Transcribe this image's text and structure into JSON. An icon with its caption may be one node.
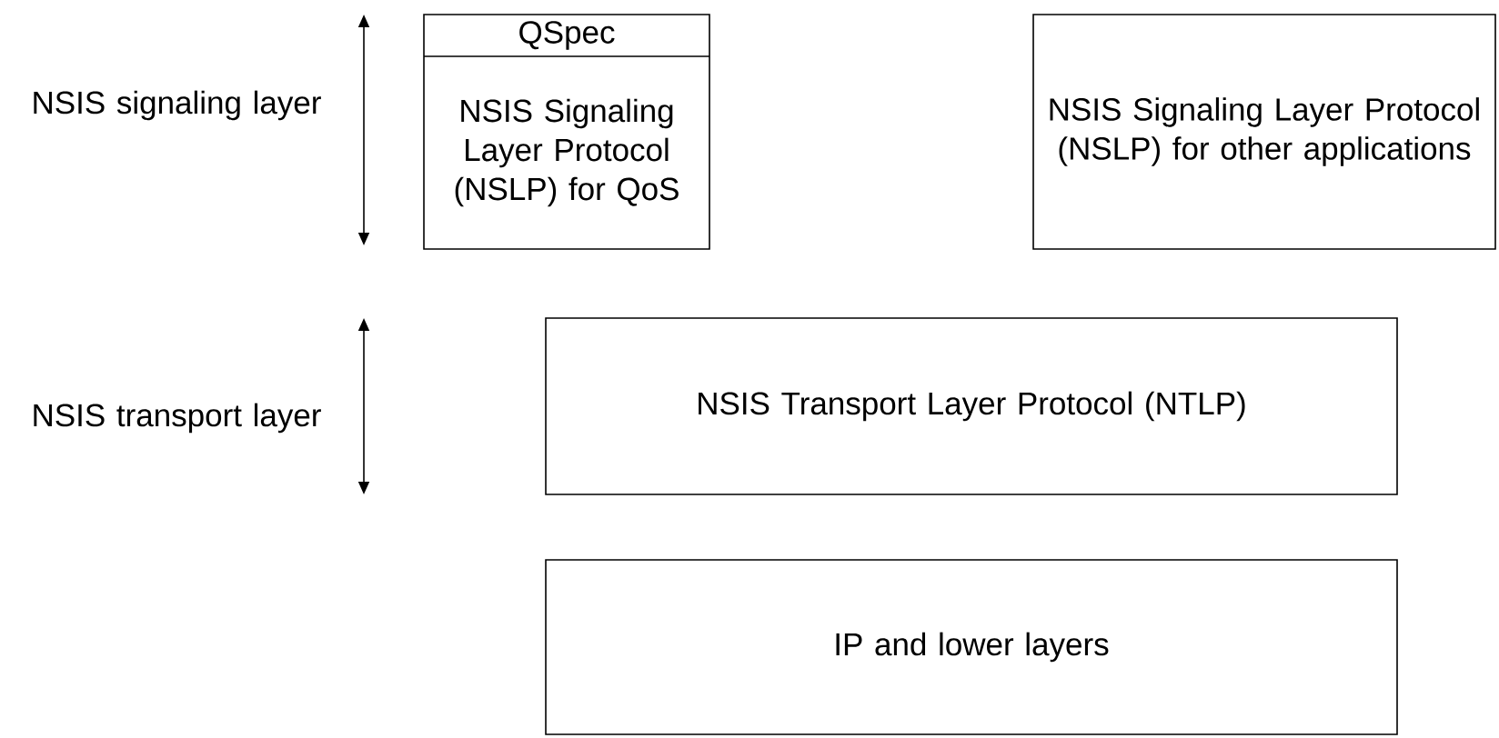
{
  "diagram": {
    "nodes": [
      {
        "text": [
          "QSpec",
          "NSIS Signaling Layer Protocol (NSLP) for QoS"
        ]
      },
      {
        "text": [
          "NSIS Signaling Layer Protocol (NSLP) for other applications"
        ]
      },
      {
        "text": [
          "NSIS Transport Layer Protocol (NTLP)"
        ]
      },
      {
        "text": [
          "IP and lower layers"
        ]
      }
    ],
    "edges": [],
    "labels": [
      "NSIS signaling layer",
      "NSIS transport layer"
    ]
  }
}
